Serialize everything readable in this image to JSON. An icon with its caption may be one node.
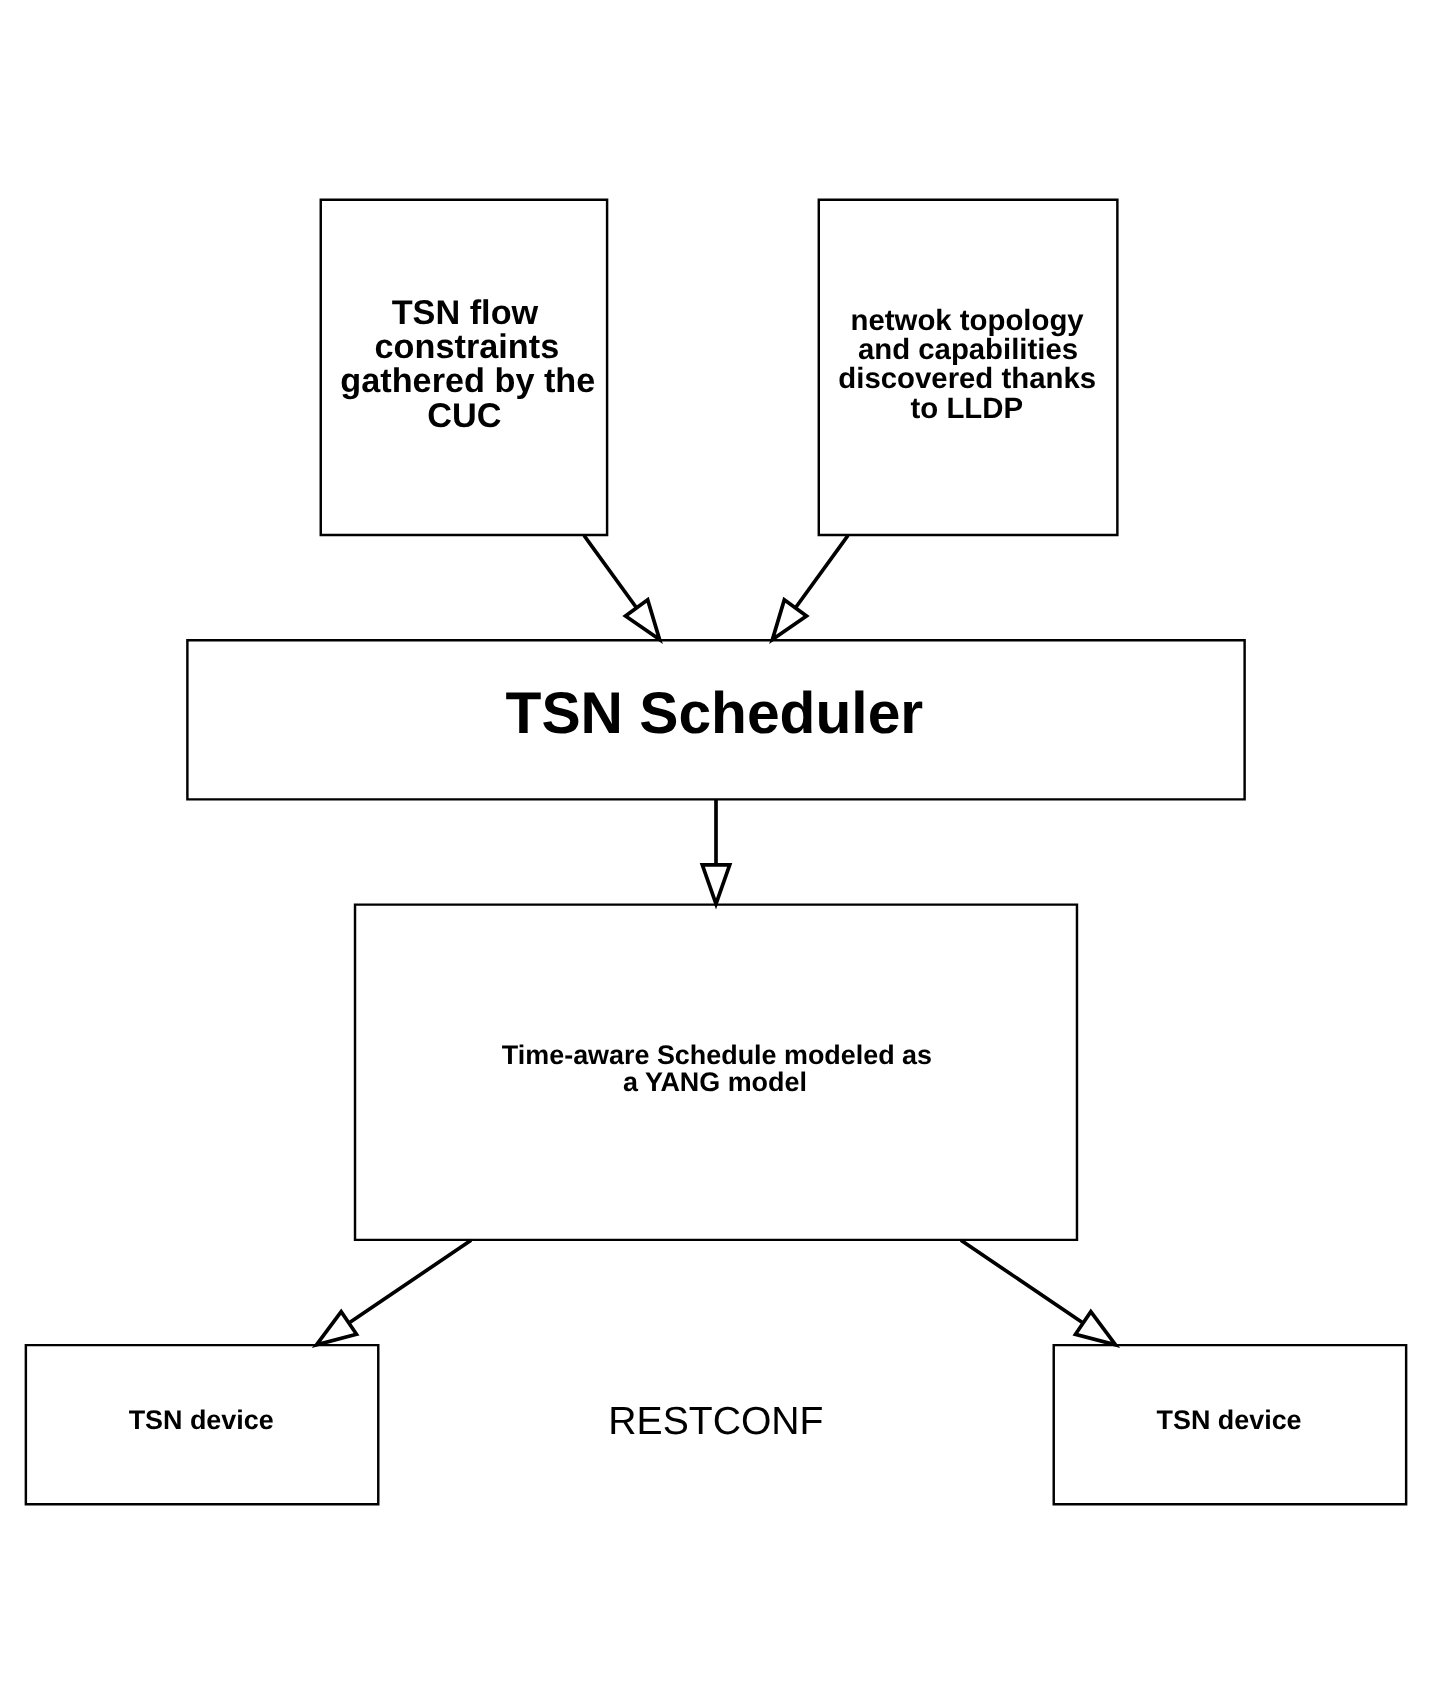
{
  "diagram": {
    "nodes": [
      {
        "text": [
          "TSN flow constraints gathered by the CUC"
        ]
      },
      {
        "text": [
          "netwok topology and capabilities discovered thanks to LLDP"
        ]
      },
      {
        "text": [
          "TSN Scheduler"
        ]
      },
      {
        "text": [
          "Time-aware Schedule modeled as a YANG model"
        ]
      },
      {
        "text": [
          "TSN device"
        ]
      },
      {
        "text": [
          "TSN device"
        ]
      }
    ],
    "edges": [
      {
        "from": 0,
        "to": 2,
        "arrow": "to"
      },
      {
        "from": 1,
        "to": 2,
        "arrow": "to"
      },
      {
        "from": 2,
        "to": 3,
        "arrow": "to"
      },
      {
        "from": 3,
        "to": 4,
        "arrow": "to"
      },
      {
        "from": 3,
        "to": 5,
        "arrow": "to"
      }
    ],
    "labels": [
      "RESTCONF"
    ]
  }
}
